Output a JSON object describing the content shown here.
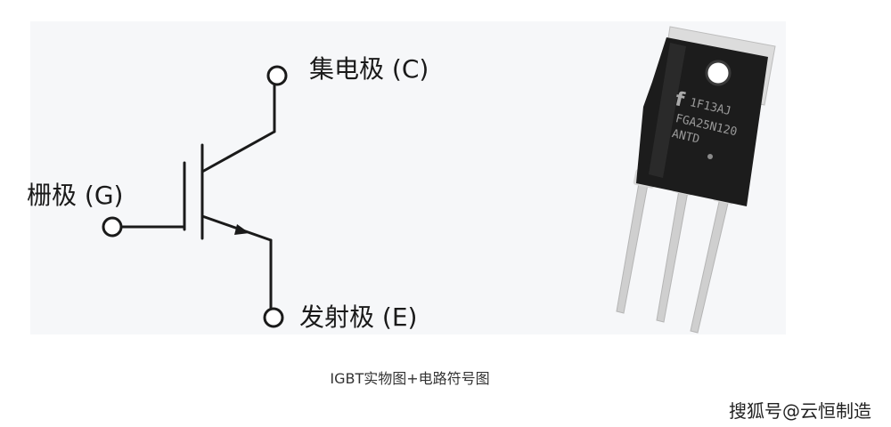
{
  "labels": {
    "collector": "集电极 (C)",
    "gate": "栅极 (G)",
    "emitter": "发射极 (E)"
  },
  "caption": "IGBT实物图+电路符号图",
  "watermark": "搜狐号@云恒制造",
  "chip_marking": {
    "logo": "f",
    "line1": "1F13AJ",
    "line2": "FGA25N120",
    "line3": "ANTD"
  },
  "colors": {
    "stroke": "#1a1a1a",
    "panel_background": "#f6f7f9",
    "package_body": "#1c1c1c",
    "package_tab": "#dcdcdc",
    "leads": "#cfcfcf"
  }
}
